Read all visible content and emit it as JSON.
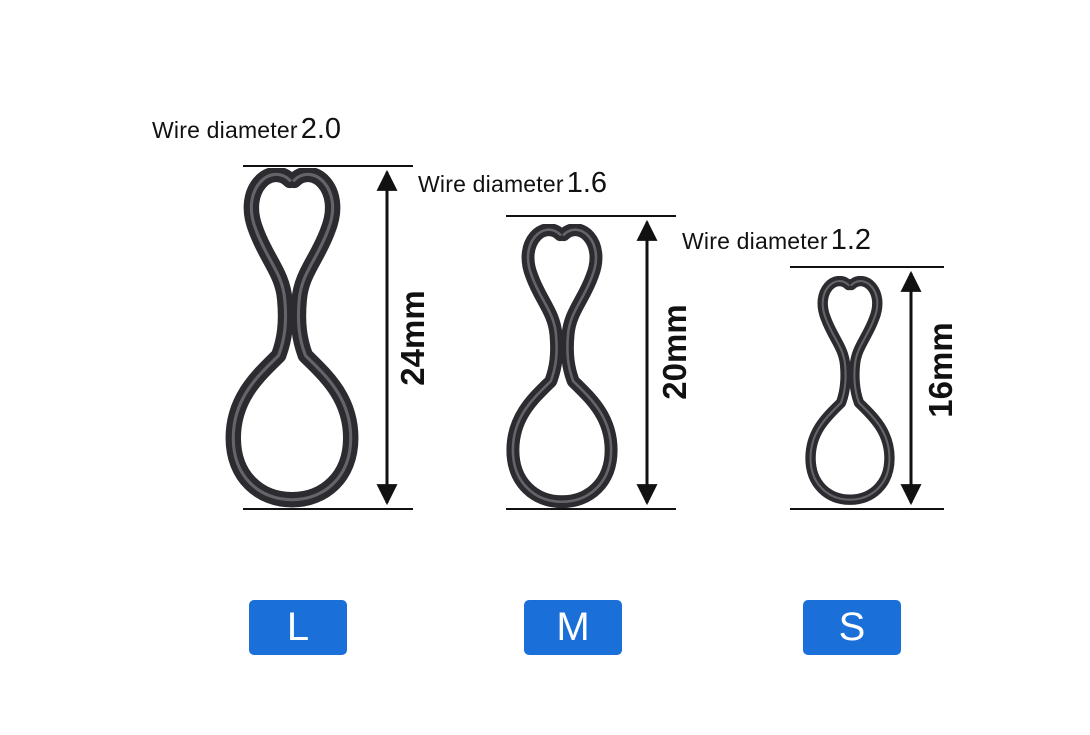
{
  "colors": {
    "badge_blue": "#1a6fd8",
    "clip_dark": "#2c2c30",
    "clip_highlight": "#8a8a90",
    "ink": "#111111"
  },
  "variants": [
    {
      "wire_label": "Wire diameter",
      "wire_value": "2.0",
      "length_label": "24mm",
      "size": "L"
    },
    {
      "wire_label": "Wire diameter",
      "wire_value": "1.6",
      "length_label": "20mm",
      "size": "M"
    },
    {
      "wire_label": "Wire diameter",
      "wire_value": "1.2",
      "length_label": "16mm",
      "size": "S"
    }
  ]
}
